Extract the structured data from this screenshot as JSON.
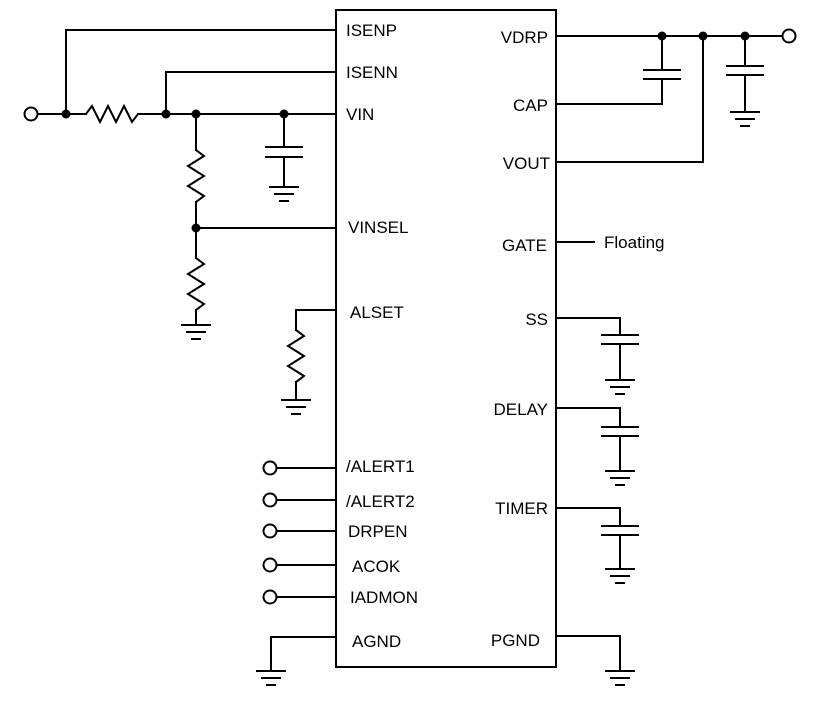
{
  "diagram": {
    "pins_left": {
      "isenp": "ISENP",
      "isenn": "ISENN",
      "vin": "VIN",
      "vinsel": "VINSEL",
      "alset": "ALSET",
      "alert1": "/ALERT1",
      "alert2": "/ALERT2",
      "drpen": "DRPEN",
      "acok": "ACOK",
      "iadmon": "IADMON",
      "agnd": "AGND"
    },
    "pins_right": {
      "vdrp": "VDRP",
      "cap": "CAP",
      "vout": "VOUT",
      "gate": "GATE",
      "ss": "SS",
      "delay": "DELAY",
      "timer": "TIMER",
      "pgnd": "PGND"
    },
    "notes": {
      "gate_note": "Floating"
    }
  }
}
